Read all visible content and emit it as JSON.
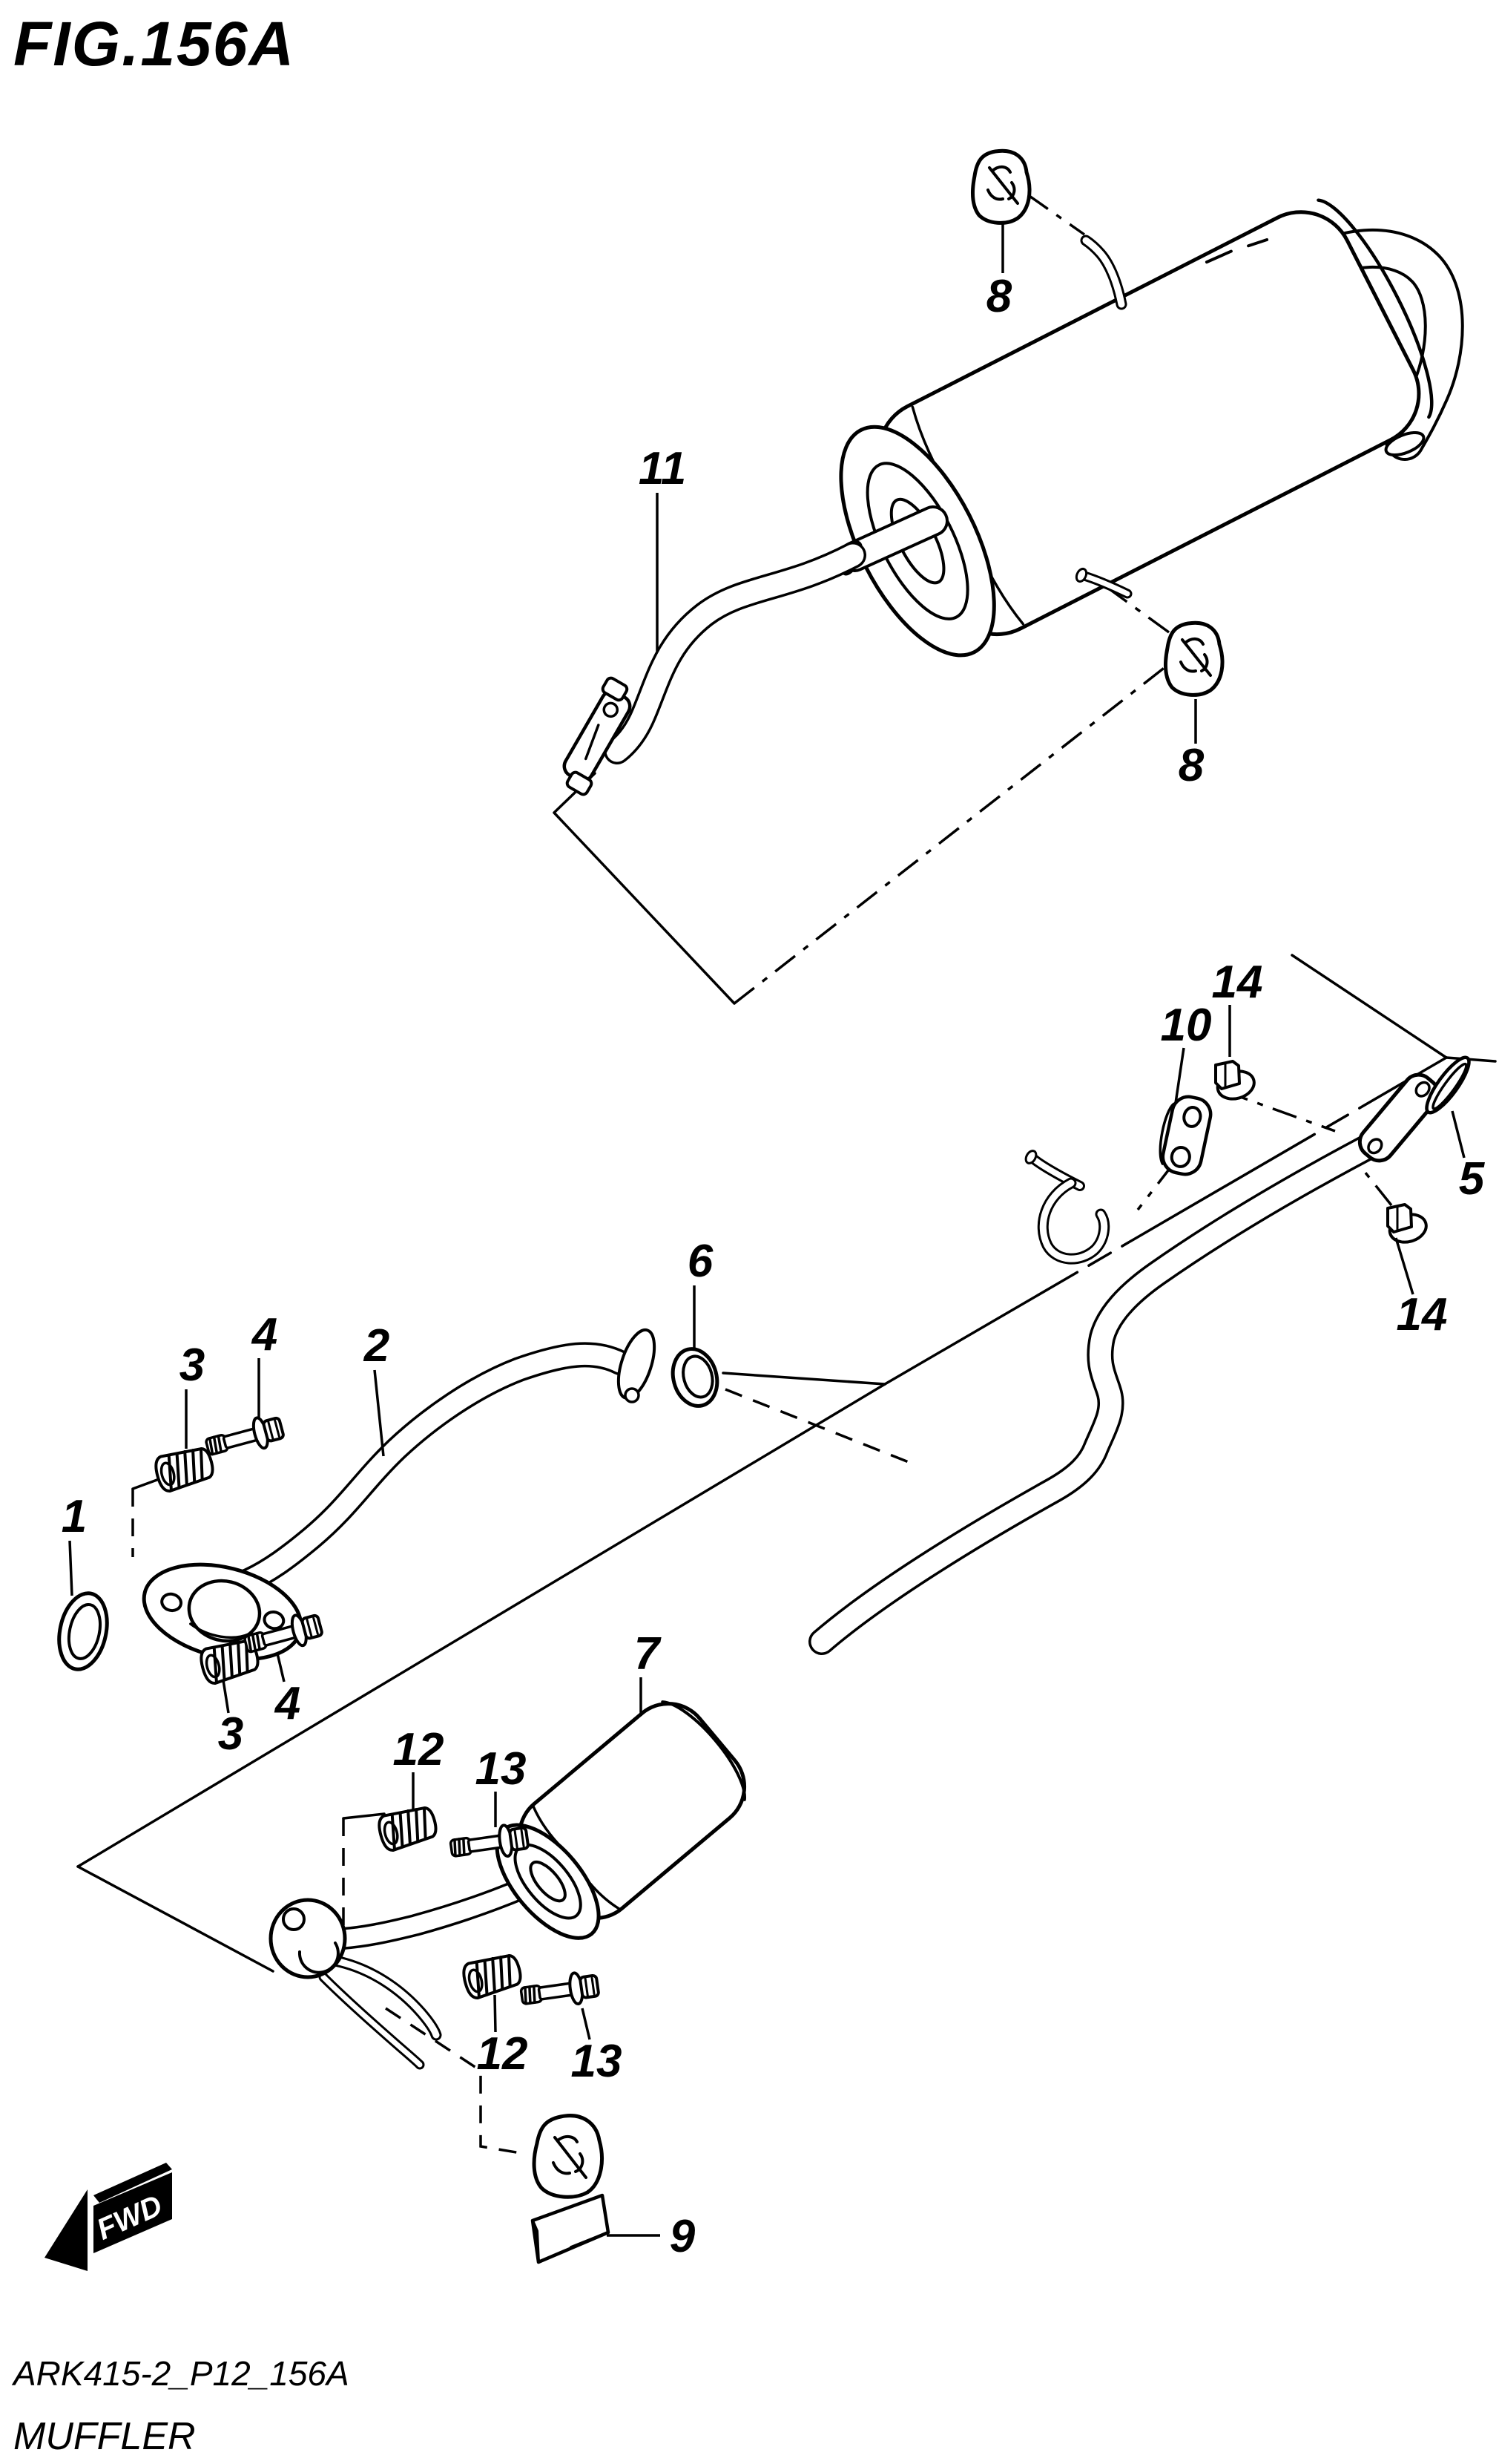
{
  "figure": {
    "title": "FIG.156A"
  },
  "footer": {
    "drawing_code": "ARK415-2_P12_156A",
    "section_title": "MUFFLER"
  },
  "direction_badge": {
    "label": "FWD"
  },
  "colors": {
    "line": "#000000",
    "background": "#ffffff"
  },
  "callouts": {
    "c8_top": "8",
    "c11": "11",
    "c8_side": "8",
    "c14_upper": "14",
    "c10": "10",
    "c5": "5",
    "c14_lower": "14",
    "c6": "6",
    "c3_upper": "3",
    "c4_upper": "4",
    "c2": "2",
    "c1": "1",
    "c3_lower": "3",
    "c4_lower": "4",
    "c7": "7",
    "c12_upper": "12",
    "c13_upper": "13",
    "c12_lower": "12",
    "c13_lower": "13",
    "c9": "9"
  }
}
